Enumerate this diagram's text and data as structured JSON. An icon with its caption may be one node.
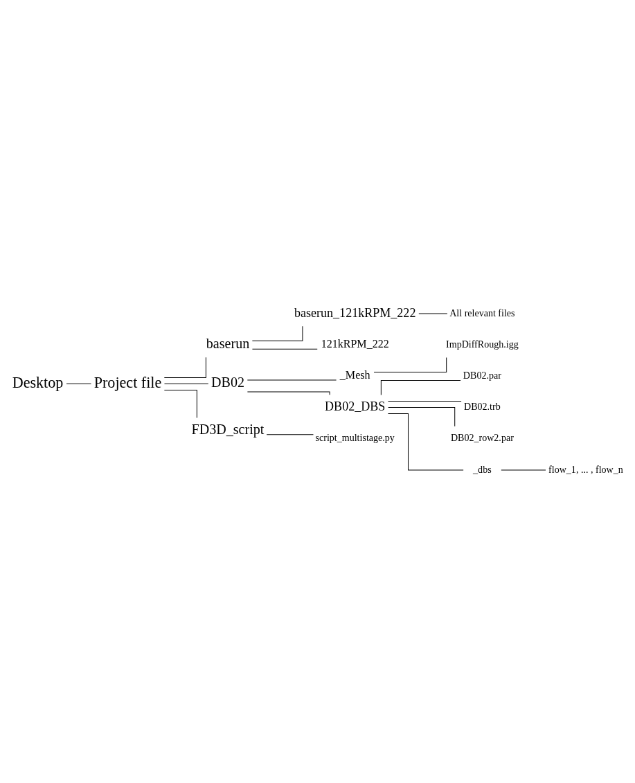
{
  "diagram": {
    "nodes": [
      {
        "text": [
          "Desktop"
        ]
      },
      {
        "text": [
          "Project file"
        ]
      },
      {
        "text": [
          "baserun"
        ]
      },
      {
        "text": [
          "baserun_121kRPM_222"
        ]
      },
      {
        "text": [
          "All relevant files"
        ]
      },
      {
        "text": [
          "121kRPM_222"
        ]
      },
      {
        "text": [
          "DB02"
        ]
      },
      {
        "text": [
          "_Mesh"
        ]
      },
      {
        "text": [
          "ImpDiffRough.igg"
        ]
      },
      {
        "text": [
          "DB02_DBS"
        ]
      },
      {
        "text": [
          "DB02.par"
        ]
      },
      {
        "text": [
          "DB02.trb"
        ]
      },
      {
        "text": [
          "DB02_row2.par"
        ]
      },
      {
        "text": [
          "_dbs"
        ]
      },
      {
        "text": [
          "flow_1, ... , flow_n"
        ]
      },
      {
        "text": [
          "FD3D_script"
        ]
      },
      {
        "text": [
          "script_multistage.py"
        ]
      }
    ],
    "edges": [
      {
        "from": 0,
        "to": 1,
        "arrow": "none"
      },
      {
        "from": 1,
        "to": 2,
        "arrow": "none"
      },
      {
        "from": 2,
        "to": 3,
        "arrow": "none"
      },
      {
        "from": 3,
        "to": 4,
        "arrow": "none"
      },
      {
        "from": 2,
        "to": 5,
        "arrow": "none"
      },
      {
        "from": 1,
        "to": 6,
        "arrow": "none"
      },
      {
        "from": 6,
        "to": 7,
        "arrow": "none"
      },
      {
        "from": 7,
        "to": 8,
        "arrow": "none"
      },
      {
        "from": 6,
        "to": 9,
        "arrow": "none"
      },
      {
        "from": 9,
        "to": 10,
        "arrow": "none"
      },
      {
        "from": 9,
        "to": 11,
        "arrow": "none"
      },
      {
        "from": 9,
        "to": 12,
        "arrow": "none"
      },
      {
        "from": 9,
        "to": 13,
        "arrow": "none"
      },
      {
        "from": 13,
        "to": 14,
        "arrow": "none"
      },
      {
        "from": 1,
        "to": 15,
        "arrow": "none"
      },
      {
        "from": 15,
        "to": 16,
        "arrow": "none"
      }
    ]
  }
}
